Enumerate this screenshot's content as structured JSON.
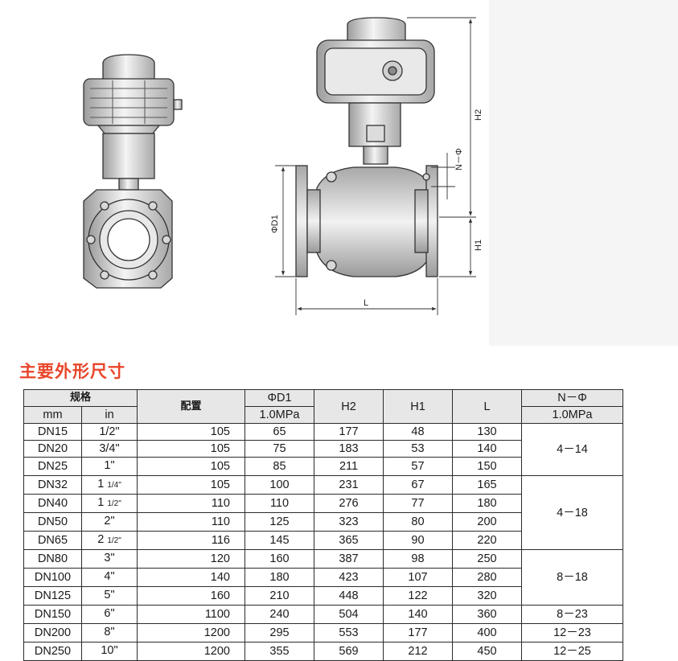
{
  "drawing": {
    "labels": {
      "h2": "H2",
      "h1": "H1",
      "d1": "ΦD1",
      "l": "L",
      "n_phi": "N－Φ"
    }
  },
  "section_title": "主要外形尺寸",
  "table": {
    "headers": {
      "spec": "规格",
      "mm": "mm",
      "in": "in",
      "config": "配置",
      "d1": "ΦD1",
      "d1_pressure": "1.0MPa",
      "h2": "H2",
      "h1": "H1",
      "l": "L",
      "n_phi": "N－Φ",
      "n_phi_pressure": "1.0MPa"
    },
    "rows": [
      {
        "mm": "DN15",
        "in_whole": "",
        "in_frac": "1/2\"",
        "config": "105",
        "d1": "65",
        "h2": "177",
        "h1": "48",
        "l": "130"
      },
      {
        "mm": "DN20",
        "in_whole": "",
        "in_frac": "3/4\"",
        "config": "105",
        "d1": "75",
        "h2": "183",
        "h1": "53",
        "l": "140"
      },
      {
        "mm": "DN25",
        "in_whole": "1\"",
        "in_frac": "",
        "config": "105",
        "d1": "85",
        "h2": "211",
        "h1": "57",
        "l": "150"
      },
      {
        "mm": "DN32",
        "in_whole": "1",
        "in_frac": "1/4\"",
        "config": "105",
        "d1": "100",
        "h2": "231",
        "h1": "67",
        "l": "165"
      },
      {
        "mm": "DN40",
        "in_whole": "1",
        "in_frac": "1/2\"",
        "config": "110",
        "d1": "110",
        "h2": "276",
        "h1": "77",
        "l": "180"
      },
      {
        "mm": "DN50",
        "in_whole": "2\"",
        "in_frac": "",
        "config": "110",
        "d1": "125",
        "h2": "323",
        "h1": "80",
        "l": "200"
      },
      {
        "mm": "DN65",
        "in_whole": "2",
        "in_frac": "1/2\"",
        "config": "116",
        "d1": "145",
        "h2": "365",
        "h1": "90",
        "l": "220"
      },
      {
        "mm": "DN80",
        "in_whole": "3\"",
        "in_frac": "",
        "config": "120",
        "d1": "160",
        "h2": "387",
        "h1": "98",
        "l": "250"
      },
      {
        "mm": "DN100",
        "in_whole": "4\"",
        "in_frac": "",
        "config": "140",
        "d1": "180",
        "h2": "423",
        "h1": "107",
        "l": "280"
      },
      {
        "mm": "DN125",
        "in_whole": "5\"",
        "in_frac": "",
        "config": "160",
        "d1": "210",
        "h2": "448",
        "h1": "122",
        "l": "320"
      },
      {
        "mm": "DN150",
        "in_whole": "6\"",
        "in_frac": "",
        "config": "1100",
        "d1": "240",
        "h2": "504",
        "h1": "140",
        "l": "360"
      },
      {
        "mm": "DN200",
        "in_whole": "8\"",
        "in_frac": "",
        "config": "1200",
        "d1": "295",
        "h2": "553",
        "h1": "177",
        "l": "400"
      },
      {
        "mm": "DN250",
        "in_whole": "10\"",
        "in_frac": "",
        "config": "1200",
        "d1": "355",
        "h2": "569",
        "h1": "212",
        "l": "450"
      }
    ],
    "n_phi_groups": [
      {
        "value": "4－14",
        "rows": 3
      },
      {
        "value": "4－18",
        "rows": 4
      },
      {
        "value": "8－18",
        "rows": 3
      },
      {
        "value": "8－23",
        "rows": 1
      },
      {
        "value": "12－23",
        "rows": 1
      },
      {
        "value": "12－25",
        "rows": 1
      }
    ]
  }
}
